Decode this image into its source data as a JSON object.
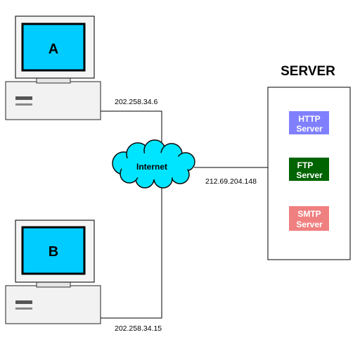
{
  "server": {
    "title": "SERVER",
    "services": [
      {
        "line1": "HTTP",
        "line2": "Server",
        "color": "#8080ff",
        "text_color": "#ffffff"
      },
      {
        "line1": "FTP",
        "line2": "Server",
        "color": "#006400",
        "text_color": "#ffffff"
      },
      {
        "line1": "SMTP",
        "line2": "Server",
        "color": "#f08080",
        "text_color": "#ffffff"
      }
    ],
    "ip": "212.69.204.148"
  },
  "computers": [
    {
      "label": "A",
      "ip": "202.258.34.6"
    },
    {
      "label": "B",
      "ip": "202.258.34.15"
    }
  ],
  "cloud": {
    "label": "Internet",
    "color": "#00e5ff"
  },
  "colors": {
    "screen": "#00ccff",
    "line": "#000000"
  }
}
